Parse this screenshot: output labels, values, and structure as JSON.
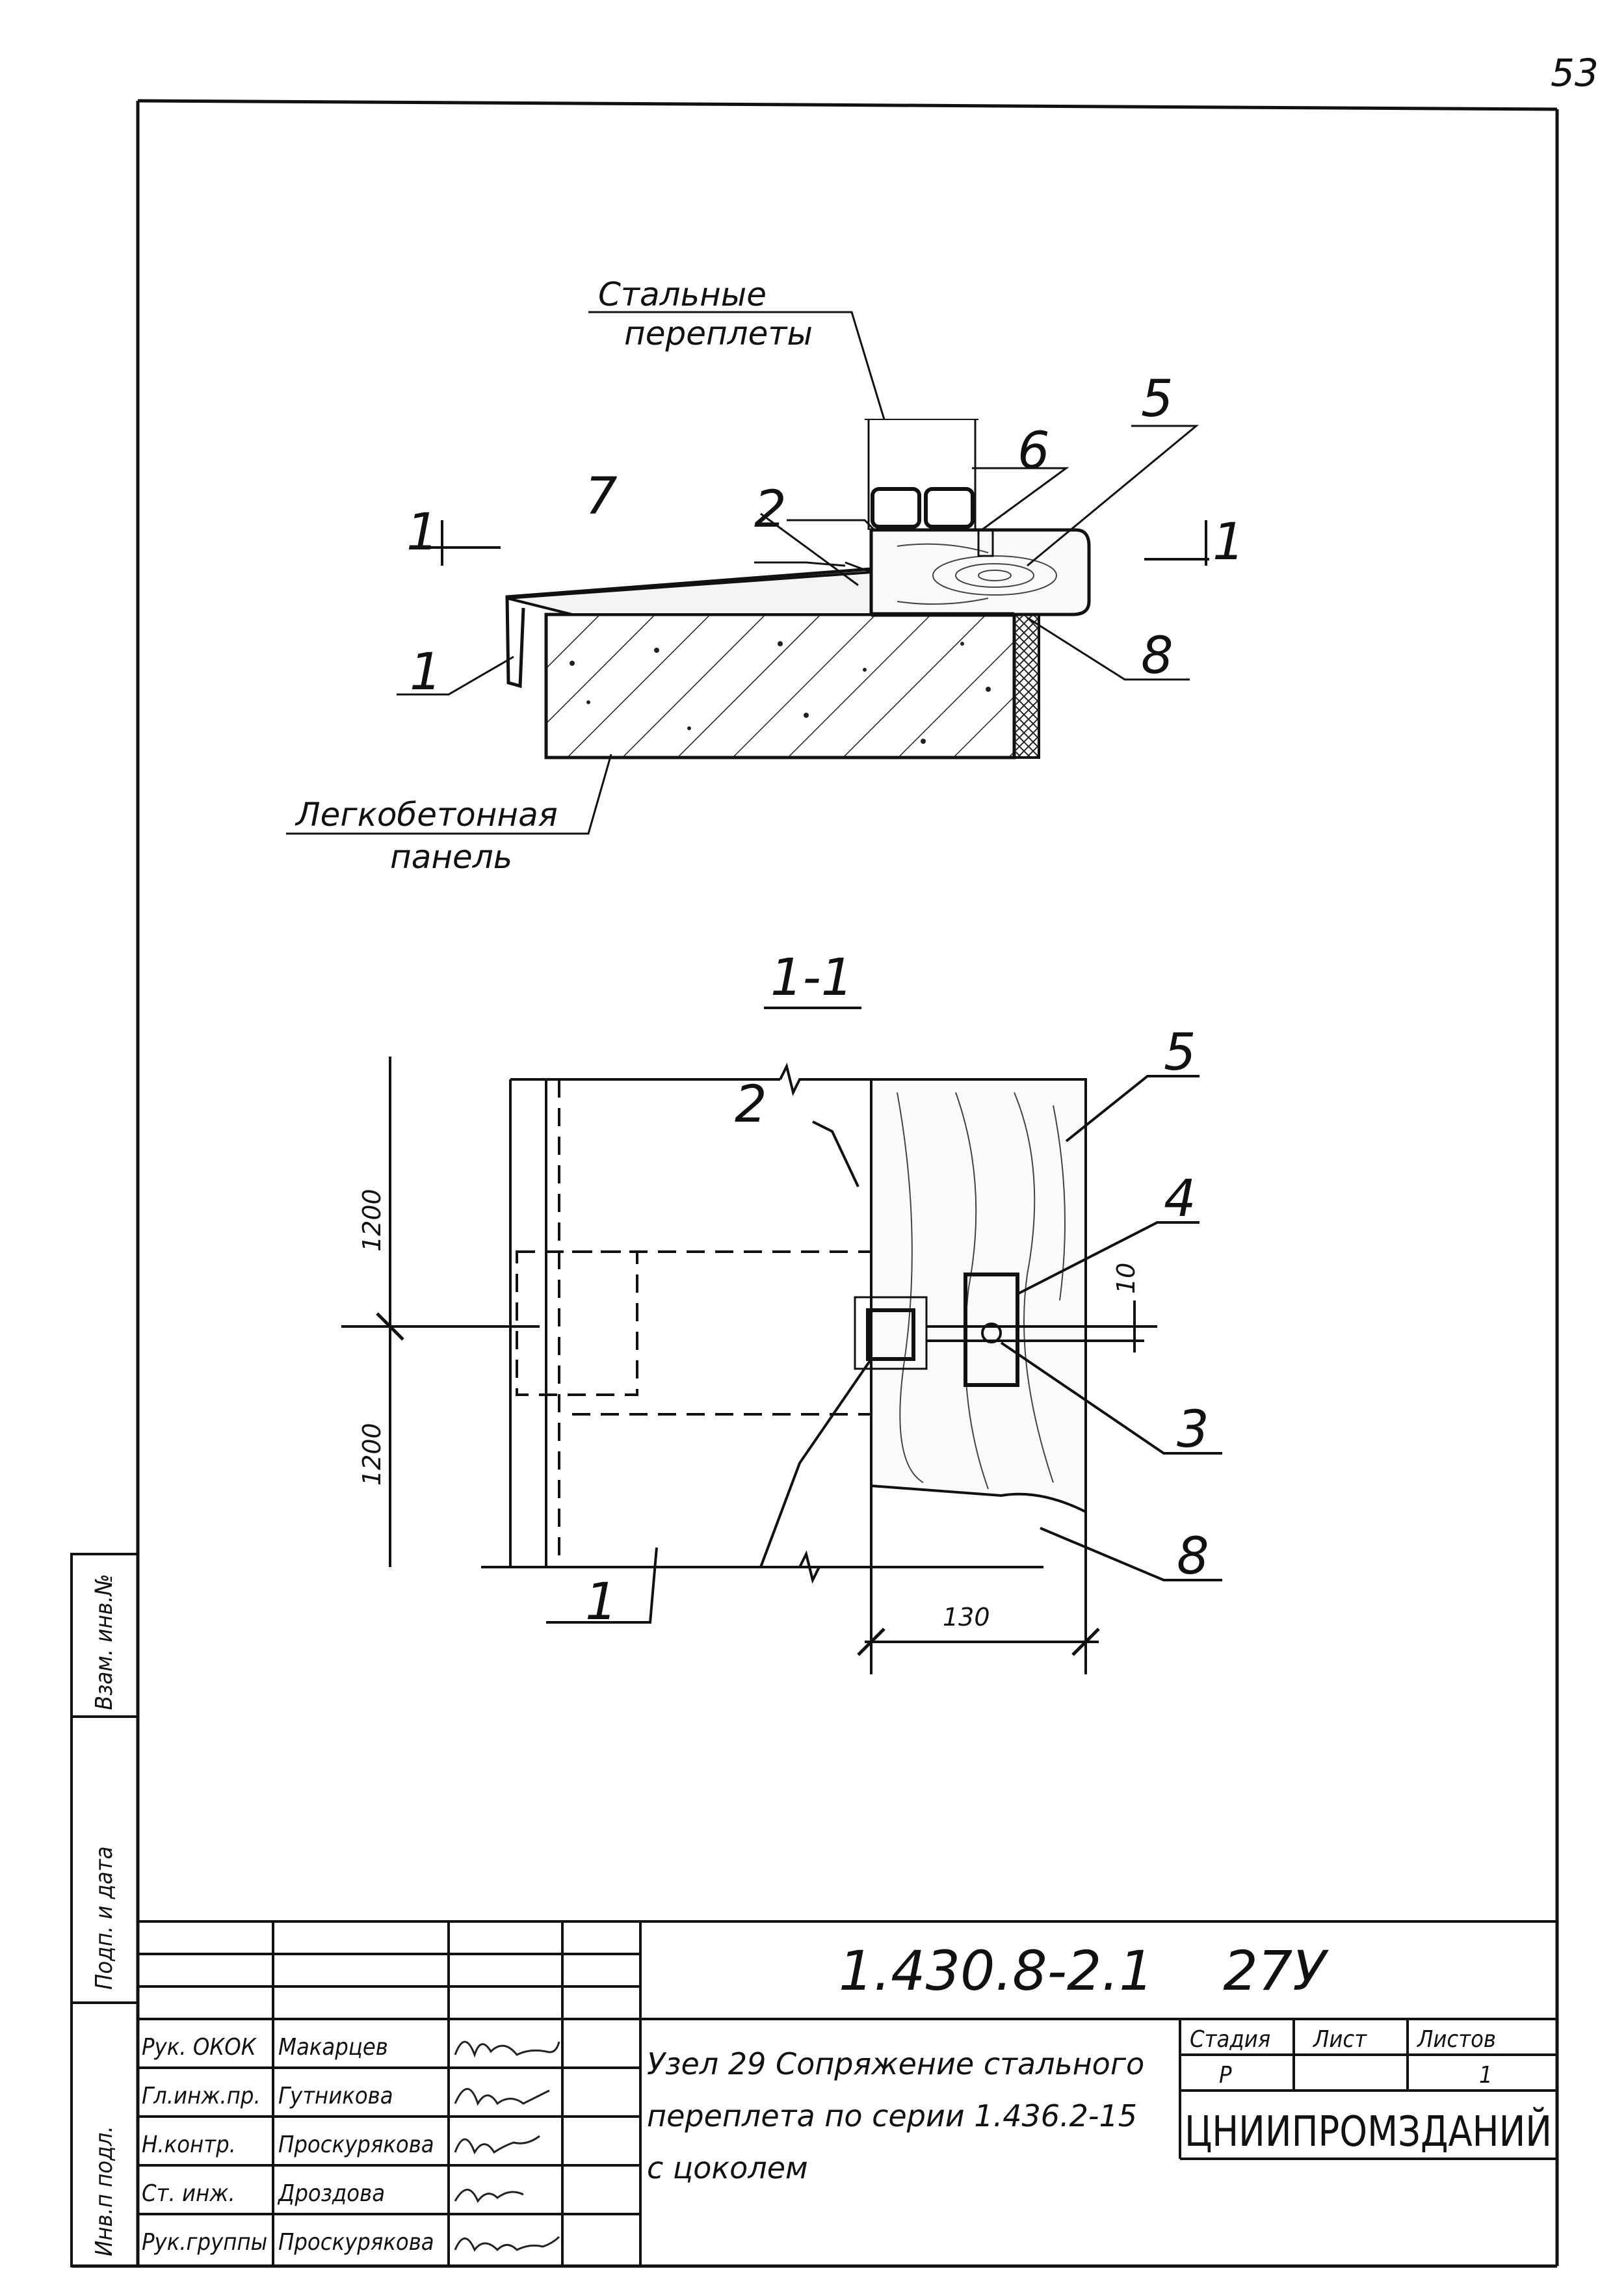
{
  "page_number": "53",
  "side_stamp": {
    "inv_podl": "Инв.п подл.",
    "podp_data": "Подп. и дата",
    "vzam_inv": "Взам. инв.№"
  },
  "upper_detail": {
    "label_steel_frames_line1": "Стальные",
    "label_steel_frames_line2": "переплеты",
    "label_panel_line1": "Легкобетонная",
    "label_panel_line2": "панель",
    "callouts": [
      "1",
      "2",
      "5",
      "6",
      "7",
      "8"
    ],
    "section_mark_left": "1",
    "section_mark_right": "1"
  },
  "section_view": {
    "title": "1-1",
    "callouts": [
      "1",
      "2",
      "3",
      "4",
      "5",
      "8"
    ],
    "dim_1200_top": "1200",
    "dim_1200_bottom": "1200",
    "dim_10": "10",
    "dim_130": "130"
  },
  "title_block": {
    "code": "1.430.8-2.1    27У",
    "roles": [
      "Рук. ОКОК",
      "Гл.инж.пр.",
      "Н.контр.",
      "Ст. инж.",
      "Рук.группы"
    ],
    "names": [
      "Макарцев",
      "Гутникова",
      "Проскурякова",
      "Дроздова",
      "Проскурякова"
    ],
    "description_line1": "Узел 29 Сопряжение стального",
    "description_line2": "переплета по серии 1.436.2-15",
    "description_line3": "с цоколем",
    "stage_header": "Стадия",
    "sheet_header": "Лист",
    "sheets_header": "Листов",
    "stage_value": "Р",
    "sheets_value": "1",
    "organization": "ЦНИИПРОМЗДАНИЙ"
  }
}
